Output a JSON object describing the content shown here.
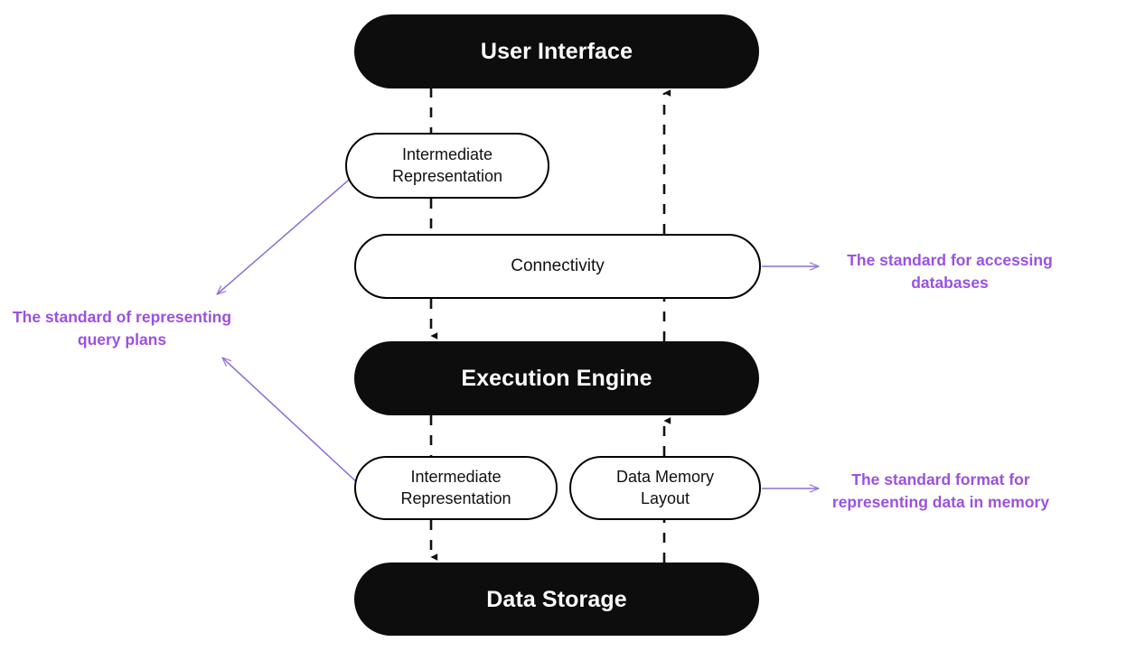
{
  "diagram": {
    "title": "Database system layered architecture",
    "background_color": "#ffffff",
    "accent_color": "#9b51e0",
    "dark_node_color": "#0d0d0d",
    "nodes": [
      {
        "id": "user-interface",
        "label": "User Interface",
        "style": "dark"
      },
      {
        "id": "intermediate-representation-top",
        "label": "Intermediate\nRepresentation",
        "style": "light"
      },
      {
        "id": "connectivity",
        "label": "Connectivity",
        "style": "light"
      },
      {
        "id": "execution-engine",
        "label": "Execution Engine",
        "style": "dark"
      },
      {
        "id": "intermediate-representation-bottom",
        "label": "Intermediate\nRepresentation",
        "style": "light"
      },
      {
        "id": "data-memory-layout",
        "label": "Data Memory\nLayout",
        "style": "light"
      },
      {
        "id": "data-storage",
        "label": "Data Storage",
        "style": "dark"
      }
    ],
    "annotations": [
      {
        "id": "annotation-query-plans",
        "text": "The standard of representing query plans",
        "target": "intermediate-representation-bottom"
      },
      {
        "id": "annotation-accessing-databases",
        "text": "The standard for accessing databases",
        "target": "connectivity"
      },
      {
        "id": "annotation-data-in-memory",
        "text": "The standard format for representing data in memory",
        "target": "data-memory-layout"
      }
    ]
  }
}
